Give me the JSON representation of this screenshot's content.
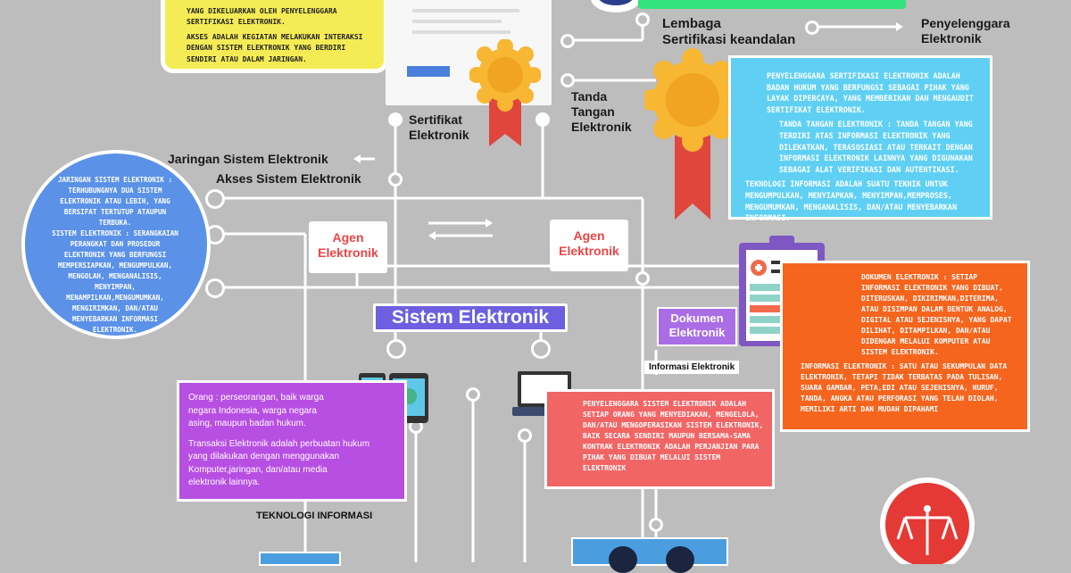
{
  "labels": {
    "lembaga": "Lembaga\nSertifikasi keandalan",
    "penyelenggara": "Penyelenggara\nElektronik",
    "tanda_tangan": "Tanda\nTangan\nElektronik",
    "sertifikat": "Sertifikat\nElektronik",
    "jaringan": "Jaringan Sistem Elektronik",
    "akses": "Akses Sistem Elektronik",
    "agen_left": "Agen\nElektronik",
    "agen_right": "Agen\nElektronik",
    "sistem": "Sistem Elektronik",
    "dokumen": "Dokumen\nElektronik",
    "informasi_tag": "Informasi Elektronik",
    "teknologi_tag": "TEKNOLOGI INFORMASI"
  },
  "boxes": {
    "yellow": [
      "YANG DIKELUARKAN OLEH PENYELENGGARA SERTIFIKASI ELEKTRONIK.",
      "AKSES ADALAH KEGIATAN MELAKUKAN INTERAKSI DENGAN SISTEM ELEKTRONIK YANG BERDIRI SENDIRI ATAU DALAM JARINGAN."
    ],
    "cyan": [
      "PENYELENGGARA SERTIFIKASI ELEKTRONIK ADALAH BADAN HUKUM YANG BERFUNGSI SEBAGAI PIHAK YANG LAYAK DIPERCAYA, YANG MEMBERIKAN DAN MENGAUDIT SERTIFIKAT ELEKTRONIK.",
      "TANDA TANGAN ELEKTRONIK : TANDA TANGAN YANG TERDIRI ATAS INFORMASI ELEKTRONIK YANG DILEKATKAN, TERASOSIASI ATAU TERKAIT DENGAN INFORMASI ELEKTRONIK LAINNYA YANG DIGUNAKAN SEBAGAI ALAT VERIFIKASI DAN AUTENTIKASI.",
      "TEKNOLOGI INFORMASI ADALAH SUATU TEKNIK UNTUK MENGUMPULKAN, MENYIAPKAN, MENYIMPAN,MEMPROSES, MENGUMUMKAN, MENGANALISIS, DAN/ATAU MENYEBARKAN INFORMASI."
    ],
    "circle": [
      "JARINGAN SISTEM ELEKTRONIK : TERHUBUNGNYA DUA SISTEM ELEKTRONIK ATAU LEBIH, YANG BERSIFAT TERTUTUP ATAUPUN TERBUKA.",
      "SISTEM ELEKTRONIK : SERANGKAIAN PERANGKAT DAN PROSEDUR ELEKTRONIK YANG BERFUNGSI MEMPERSIAPKAN, MENGUMPULKAN, MENGOLAH, MENGANALISIS, MENYIMPAN, MENAMPILKAN,MENGUMUMKAN, MENGIRIMKAN, DAN/ATAU MENYEBARKAN INFORMASI ELEKTRONIK."
    ],
    "purple": [
      "Orang : perseorangan, baik warga\nnegara Indonesia, warga negara\nasing, maupun badan hukum.",
      "Transaksi Elektronik adalah perbuatan hukum\nyang dilakukan dengan menggunakan\nKomputer,jaringan, dan/atau media\nelektronik lainnya."
    ],
    "red": [
      "PENYELENGGARA SISTEM ELEKTRONIK ADALAH SETIAP ORANG YANG MENYEDIAKAN, MENGELOLA, DAN/ATAU MENGOPERASIKAN SISTEM ELEKTRONIK, BAIK SECARA SENDIRI MAUPUN BERSAMA-SAMA",
      "KONTRAK ELEKTRONIK ADALAH PERJANJIAN PARA PIHAK YANG DIBUAT MELALUI SISTEM ELEKTRONIK"
    ],
    "orange": [
      "DOKUMEN ELEKTRONIK : SETIAP INFORMASI ELEKTRONIK YANG DIBUAT, DITERUSKAN, DIKIRIMKAN,DITERIMA, ATAU DISIMPAN DALAM BENTUK ANALOG, DIGITAL ATAU SEJENISNYA, YANG DAPAT DILIHAT, DITAMPILKAN, DAN/ATAU DIDENGAR MELALUI KOMPUTER ATAU SISTEM ELEKTRONIK.",
      "INFORMASI ELEKTRONIK : SATU ATAU SEKUMPULAN DATA ELEKTRONIK, TETAPI TIDAK TERBATAS PADA TULISAN, SUARA GAMBAR, PETA,EDI ATAU SEJENISNYA, HURUF, TANDA, ANGKA ATAU PERFORASI YANG TELAH DIOLAH, MEMILIKI ARTI DAN MUDAH DIPAHAMI"
    ]
  },
  "colors": {
    "background": "#bdbdbd",
    "yellow": "#f5ec55",
    "cyan": "#5fd0f3",
    "circle": "#5b92e8",
    "purple": "#b74fe3",
    "red": "#f26565",
    "orange": "#f5651e",
    "sistem": "#6d5fe0",
    "green": "#32e27c",
    "medal": "#f7b733",
    "ribbon": "#e0463c"
  }
}
